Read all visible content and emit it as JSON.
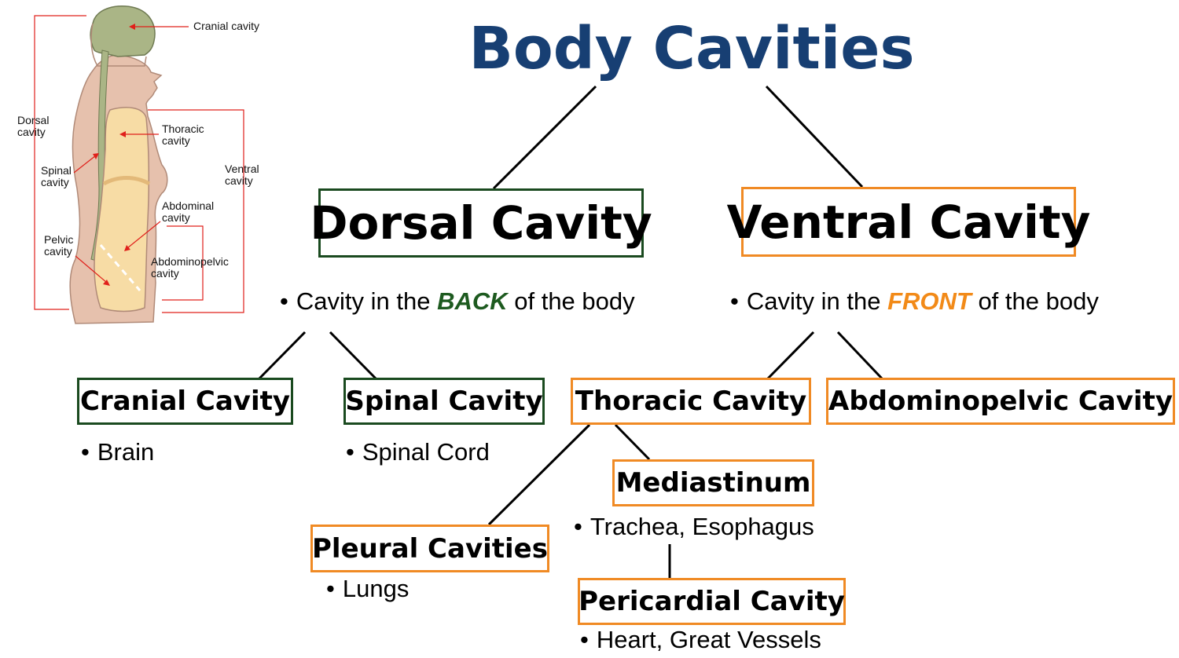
{
  "title": "Body Cavities",
  "figure": {
    "labels": {
      "cranial": "Cranial cavity",
      "dorsal_1": "Dorsal",
      "dorsal_2": "cavity",
      "thoracic_1": "Thoracic",
      "thoracic_2": "cavity",
      "spinal_1": "Spinal",
      "spinal_2": "cavity",
      "ventral_1": "Ventral",
      "ventral_2": "cavity",
      "abdominal_1": "Abdominal",
      "abdominal_2": "cavity",
      "pelvic_1": "Pelvic",
      "pelvic_2": "cavity",
      "abdominopelvic_1": "Abdominopelvic",
      "abdominopelvic_2": "cavity"
    }
  },
  "nodes": {
    "dorsal": {
      "label": "Dorsal Cavity",
      "note_pre": "Cavity in the ",
      "note_em": "BACK",
      "note_post": " of the body"
    },
    "ventral": {
      "label": "Ventral Cavity",
      "note_pre": "Cavity in the ",
      "note_em": "FRONT",
      "note_post": " of the body"
    },
    "cranial": {
      "label": "Cranial Cavity",
      "note": "Brain"
    },
    "spinal": {
      "label": "Spinal Cavity",
      "note": "Spinal Cord"
    },
    "thoracic": {
      "label": "Thoracic Cavity"
    },
    "abdominopelvic": {
      "label": "Abdominopelvic Cavity"
    },
    "mediastinum": {
      "label": "Mediastinum",
      "note": "Trachea, Esophagus"
    },
    "pleural": {
      "label": "Pleural Cavities",
      "note": "Lungs"
    },
    "pericardial": {
      "label": "Pericardial Cavity",
      "note": "Heart, Great Vessels"
    }
  },
  "bullet": "•",
  "colors": {
    "title": "#173f73",
    "dorsal_branch": "#1a4a1f",
    "ventral_branch": "#f08a24",
    "back_emphasis": "#1d5a1f",
    "front_emphasis": "#f28a18",
    "figure_arrows": "#e0201b"
  }
}
